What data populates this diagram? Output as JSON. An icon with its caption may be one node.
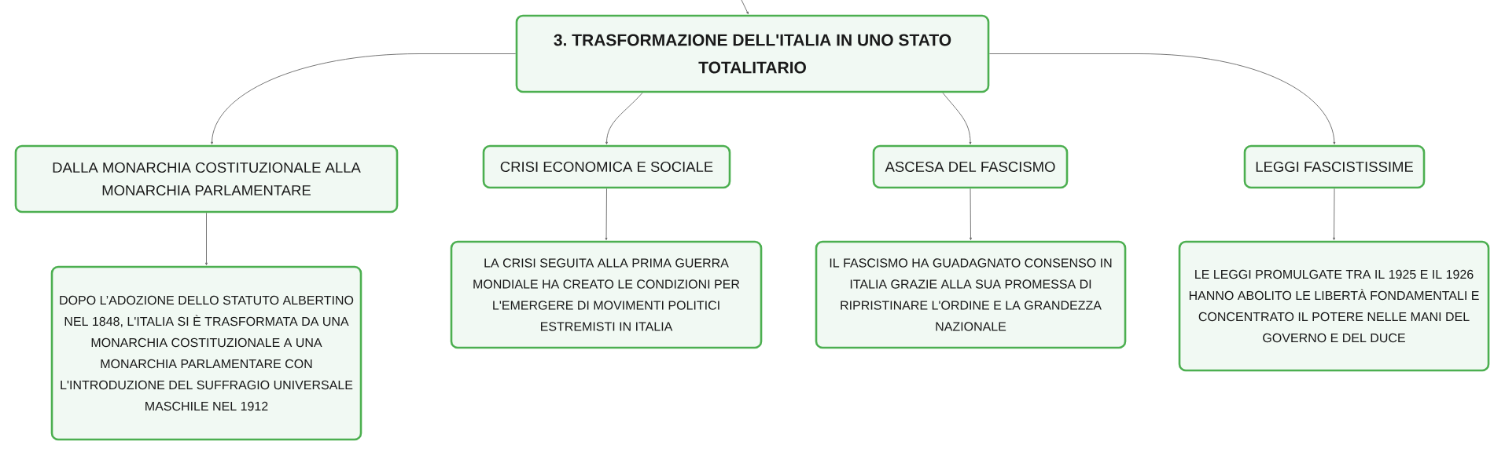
{
  "diagram": {
    "nodes": [
      {
        "text": [
          "3. TRASFORMAZIONE DELL'ITALIA IN UNO STATO TOTALITARIO"
        ]
      },
      {
        "text": [
          "DALLA MONARCHIA COSTITUZIONALE ALLA MONARCHIA PARLAMENTARE"
        ]
      },
      {
        "text": [
          "CRISI ECONOMICA E SOCIALE"
        ]
      },
      {
        "text": [
          "ASCESA DEL FASCISMO"
        ]
      },
      {
        "text": [
          "LEGGI FASCISTISSIME"
        ]
      },
      {
        "text": [
          "DOPO L’ADOZIONE DELLO STATUTO ALBERTINO NEL 1848, L'ITALIA SI È TRASFORMATA DA UNA MONARCHIA COSTITUZIONALE A UNA MONARCHIA PARLAMENTARE CON L'INTRODUZIONE DEL SUFFRAGIO UNIVERSALE MASCHILE NEL 1912"
        ]
      },
      {
        "text": [
          "LA CRISI SEGUITA ALLA PRIMA GUERRA MONDIALE HA CREATO LE CONDIZIONI PER L'EMERGERE DI MOVIMENTI POLITICI ESTREMISTI IN ITALIA"
        ]
      },
      {
        "text": [
          "IL FASCISMO HA GUADAGNATO CONSENSO IN ITALIA GRAZIE ALLA SUA PROMESSA DI RIPRISTINARE L'ORDINE E LA GRANDEZZA NAZIONALE"
        ]
      },
      {
        "text": [
          "LE LEGGI PROMULGATE TRA IL 1925 E IL 1926 HANNO ABOLITO LE LIBERTÀ FONDAMENTALI E CONCENTRATO IL POTERE NELLE MANI DEL GOVERNO E DEL DUCE"
        ]
      }
    ],
    "edges": [
      {
        "from": null,
        "to": 0,
        "arrow": "to"
      },
      {
        "from": 0,
        "to": 1,
        "arrow": "to"
      },
      {
        "from": 0,
        "to": 2,
        "arrow": "to"
      },
      {
        "from": 0,
        "to": 3,
        "arrow": "to"
      },
      {
        "from": 0,
        "to": 4,
        "arrow": "to"
      },
      {
        "from": 1,
        "to": 5,
        "arrow": "to"
      },
      {
        "from": 2,
        "to": 6,
        "arrow": "to"
      },
      {
        "from": 3,
        "to": 7,
        "arrow": "to"
      },
      {
        "from": 4,
        "to": 8,
        "arrow": "to"
      }
    ]
  }
}
